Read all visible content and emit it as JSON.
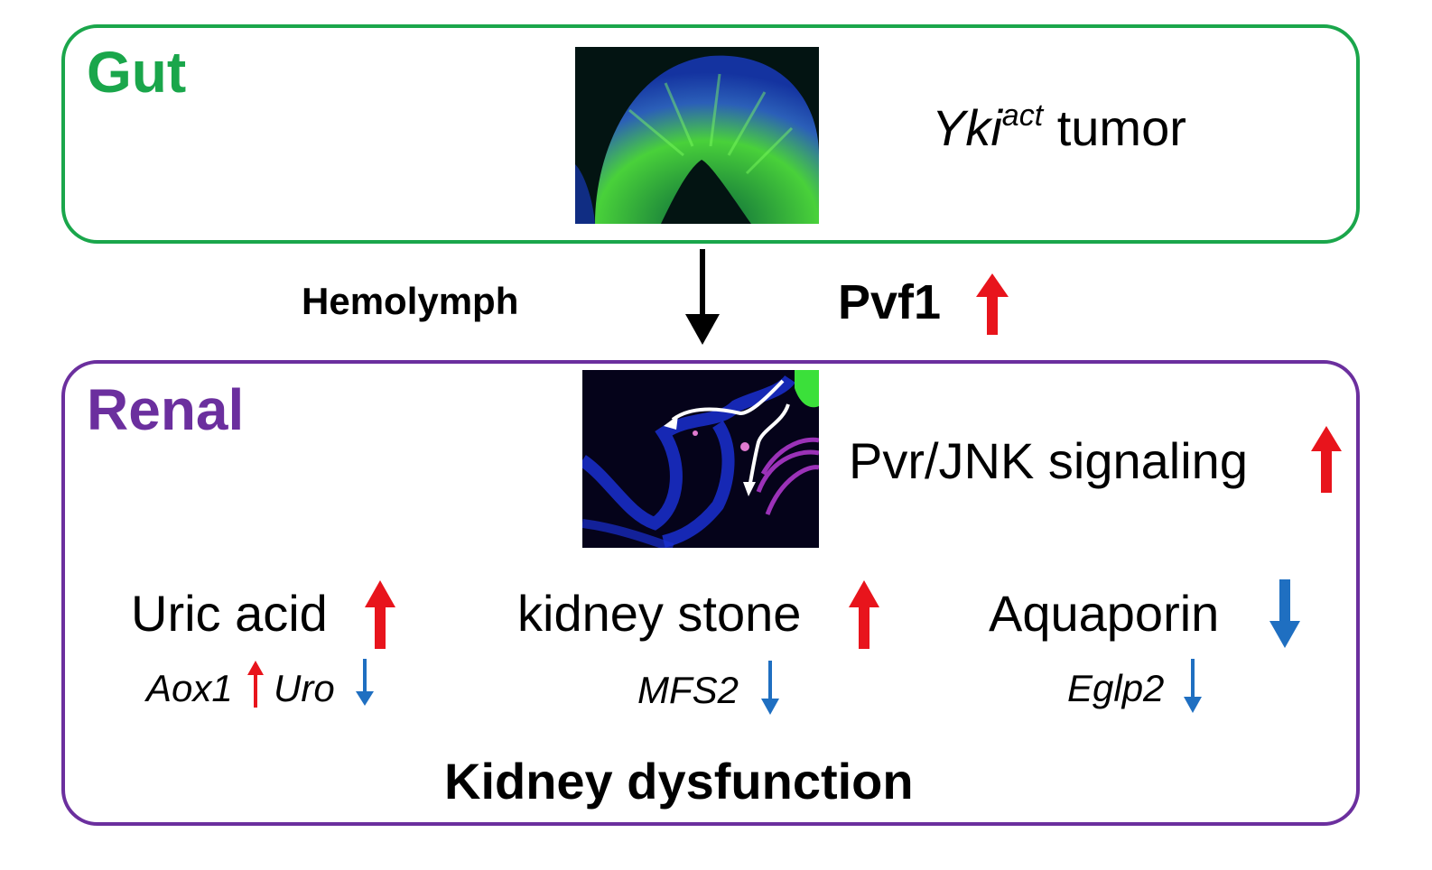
{
  "colors": {
    "gut_border": "#1aa64b",
    "renal_border": "#6b2f9e",
    "up_arrow": "#e8141c",
    "down_arrow": "#1f6fc1",
    "flow_arrow": "#000000"
  },
  "gut": {
    "title": "Gut",
    "image_desc": "Fluorescent micrograph of gut tumor (green/blue)",
    "tumor_label_gene": "Yki",
    "tumor_label_sup": "act",
    "tumor_label_rest": " tumor"
  },
  "transition": {
    "hemolymph_label": "Hemolymph",
    "factor_label": "Pvf1",
    "factor_direction": "up"
  },
  "renal": {
    "title": "Renal",
    "image_desc": "Fluorescent micrograph of renal tubule (blue/magenta) with white arrows",
    "signaling_label": "Pvr/JNK signaling",
    "signaling_direction": "up",
    "phenotypes": [
      {
        "label": "Uric acid",
        "direction": "up",
        "genes": [
          {
            "name": "Aox1",
            "direction": "up"
          },
          {
            "name": "Uro",
            "direction": "down"
          }
        ]
      },
      {
        "label": "kidney stone",
        "direction": "up",
        "genes": [
          {
            "name": "MFS2",
            "direction": "down"
          }
        ]
      },
      {
        "label": "Aquaporin",
        "direction": "down",
        "genes": [
          {
            "name": "Eglp2",
            "direction": "down"
          }
        ]
      }
    ],
    "conclusion": "Kidney dysfunction"
  }
}
